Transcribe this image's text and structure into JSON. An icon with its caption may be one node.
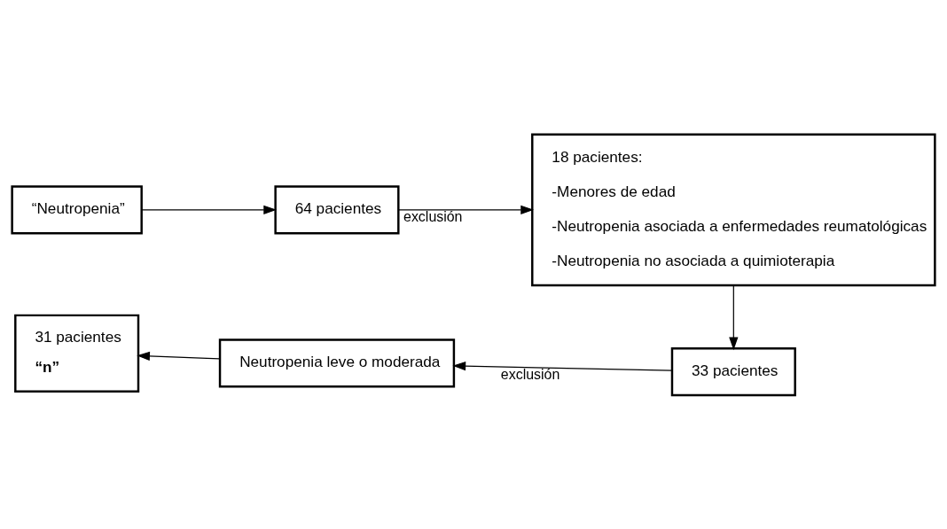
{
  "diagram": {
    "nodes": [
      {
        "text": [
          "“Neutropenia”"
        ]
      },
      {
        "text": [
          "64 pacientes"
        ]
      },
      {
        "text": [
          "18 pacientes:",
          "-Menores de edad",
          "-Neutropenia asociada a enfermedades reumatológicas",
          "-Neutropenia no asociada a quimioterapia"
        ]
      },
      {
        "text": [
          "33 pacientes"
        ]
      },
      {
        "text": [
          "Neutropenia leve o moderada"
        ]
      },
      {
        "text": [
          "31 pacientes",
          "“n”"
        ]
      }
    ],
    "edges": [
      {
        "from": 0,
        "to": 1,
        "arrow": "to"
      },
      {
        "from": 1,
        "to": 2,
        "arrow": "to",
        "label": "exclusión"
      },
      {
        "from": 2,
        "to": 3,
        "arrow": "to"
      },
      {
        "from": 3,
        "to": 4,
        "arrow": "to",
        "label": "exclusión"
      },
      {
        "from": 4,
        "to": 5,
        "arrow": "to"
      }
    ]
  }
}
